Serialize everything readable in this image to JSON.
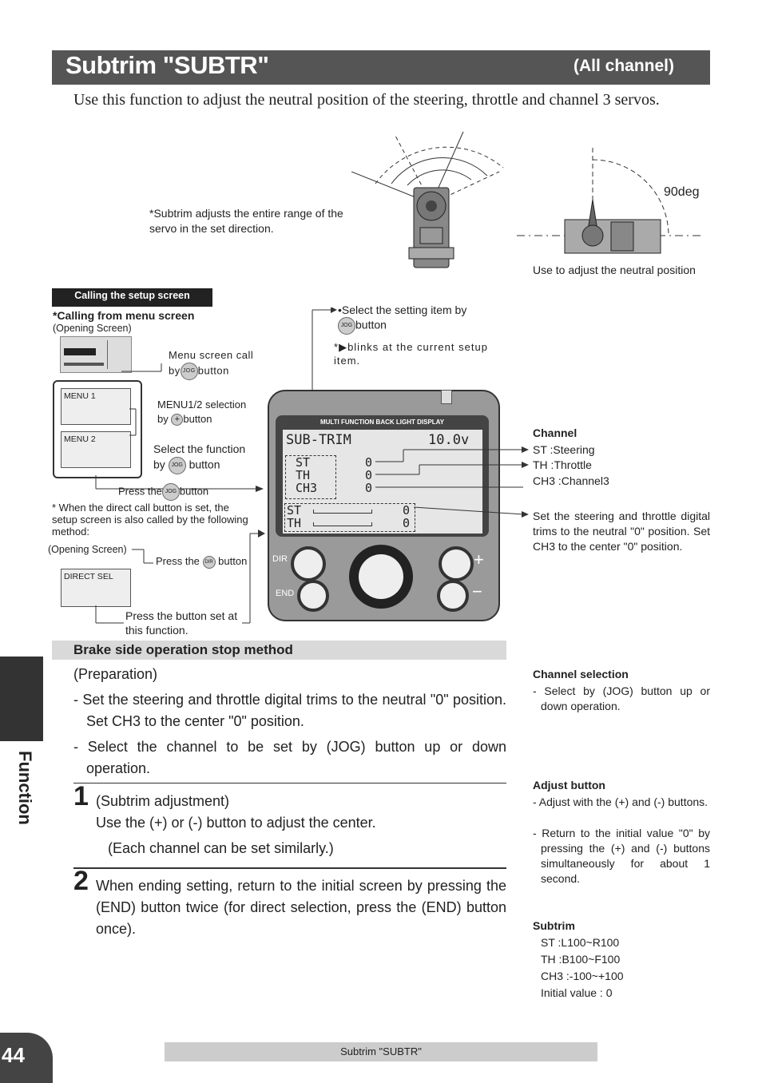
{
  "header": {
    "title": "Subtrim  \"SUBTR\"",
    "subtitle": "(All channel)"
  },
  "intro": "Use this function to adjust the neutral position of the steering, throttle and channel 3 servos.",
  "servo_note": "*Subtrim adjusts the entire range of the servo in the set direction.",
  "deg_label": "90deg",
  "neutral_caption": "Use to adjust the neutral position",
  "setup_tag": "Calling the setup screen",
  "calling_menu": "*Calling from menu screen",
  "opening_screen": "(Opening Screen)",
  "menu1": "MENU 1",
  "menu2": "MENU 2",
  "direct_sel": "DIRECT SEL",
  "opening_screen_2": "(Opening Screen)",
  "notes": {
    "menu_call_1": "Menu screen call",
    "by": "by",
    "button": "button",
    "menu12_sel": "MENU1/2 selection",
    "select_function": "Select the function",
    "press_the": "Press the",
    "direct_call": "* When the direct call button is set, the setup screen is also called by the following method:",
    "press_button_set": "Press the button set at this function.",
    "select_item": "•Select the setting item by",
    "blinks": "blinks at the current setup item.",
    "blink_star": "*"
  },
  "icons": {
    "jog": "JOG",
    "dir": "DIR",
    "plus": "+"
  },
  "lcd": {
    "menu": "MULTI  FUNCTION  BACK  LIGHT  DISPLAY",
    "title": "SUB-TRIM",
    "voltage": "10.0v",
    "rows": [
      {
        "label": "ST",
        "value": "0"
      },
      {
        "label": "TH",
        "value": "0"
      },
      {
        "label": "CH3",
        "value": "0"
      }
    ],
    "trims": [
      {
        "label": "ST",
        "value": "0"
      },
      {
        "label": "TH",
        "value": "0"
      }
    ],
    "dir": "DIR",
    "end": "END"
  },
  "channel": {
    "title": "Channel",
    "lines": [
      "ST     :Steering",
      "TH     :Throttle",
      "CH3  :Channel3"
    ]
  },
  "set_trims": "Set the steering and throttle digital trims to the neutral \"0\" position. Set CH3 to the center \"0\" position.",
  "brake": {
    "title": "Brake side operation stop method",
    "prep": "(Preparation)",
    "bullets": [
      "- Set the steering and throttle digital trims to the neutral \"0\" position. Set CH3 to the center \"0\" position.",
      "- Select the channel to be set by (JOG) button up or down operation."
    ]
  },
  "step1": {
    "num": "1",
    "head": "(Subtrim adjustment)",
    "line1": "Use the (+) or (-) button to adjust the center.",
    "line2": "(Each channel can be set similarly.)"
  },
  "step2": {
    "num": "2",
    "text": "When ending setting, return to the initial screen by pressing the (END) button twice (for direct selection, press the (END) button once)."
  },
  "side": {
    "channel_selection": {
      "title": "Channel selection",
      "text": "- Select by (JOG) button up or down operation."
    },
    "adjust_button": {
      "title": "Adjust button",
      "items": [
        "- Adjust with the (+) and (-) buttons.",
        "- Return to the initial value \"0\" by pressing the (+) and (-) buttons simultaneously for about 1 second."
      ]
    },
    "subtrim": {
      "title": "Subtrim",
      "lines": [
        "ST  :L100~R100",
        "TH  :B100~F100",
        "CH3     :-100~+100",
        "Initial value : 0"
      ]
    }
  },
  "side_tab": "Function",
  "page_number": "44",
  "footer": "Subtrim  \"SUBTR\""
}
